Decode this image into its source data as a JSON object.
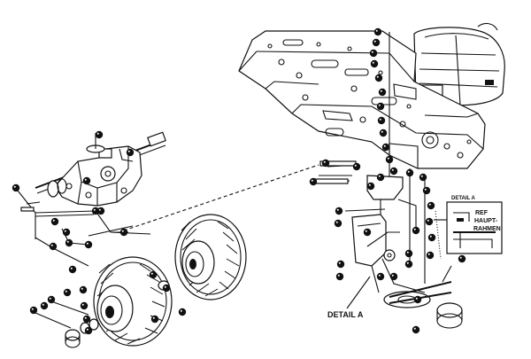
{
  "diagram": {
    "detail_callout_label": "DETAIL A",
    "inset": {
      "title": "DETAIL A",
      "ref_line1": "REF",
      "ref_line2": "HAUPT-",
      "ref_line3": "RAHMEN"
    },
    "part_marker_count": 62
  }
}
